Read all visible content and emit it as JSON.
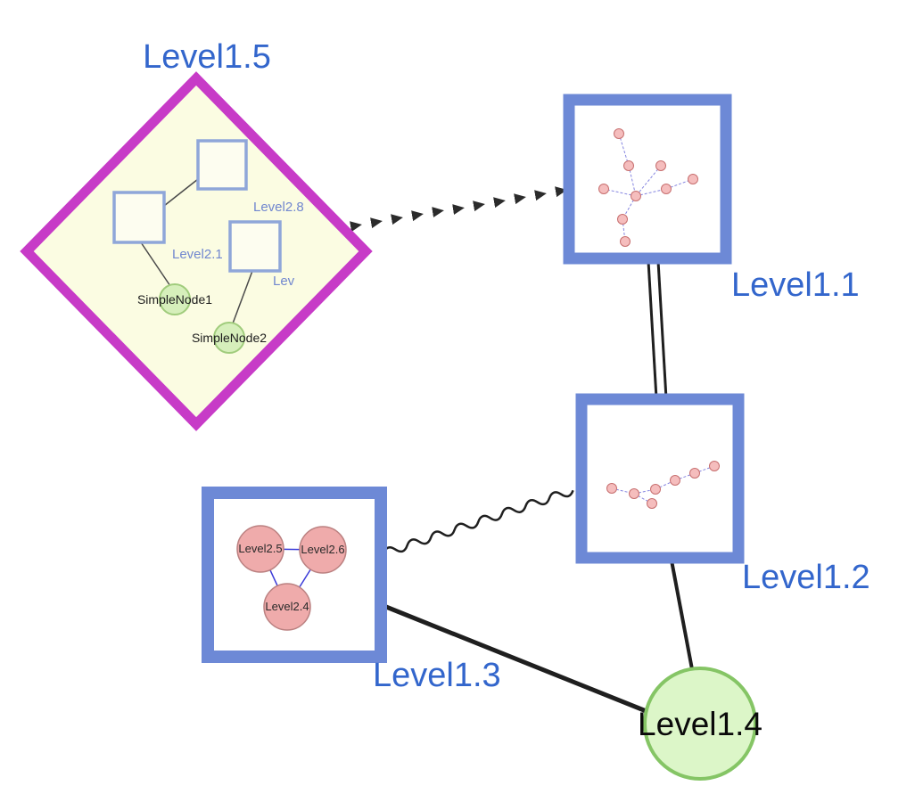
{
  "diagram": {
    "groups": {
      "level15": {
        "label": "Level1.5",
        "shape": "diamond",
        "border": "#c73bc7",
        "fill": "#fbfce2"
      },
      "level11": {
        "label": "Level1.1",
        "shape": "square",
        "border": "#6d89d6",
        "fill": "#ffffff"
      },
      "level12": {
        "label": "Level1.2",
        "shape": "square",
        "border": "#6d89d6",
        "fill": "#ffffff"
      },
      "level13": {
        "label": "Level1.3",
        "shape": "square",
        "border": "#6d89d6",
        "fill": "#ffffff"
      }
    },
    "nodes": {
      "level14": {
        "label": "Level1.4",
        "shape": "circle",
        "border": "#85c565",
        "fill": "#dcf6c8"
      }
    },
    "level15_children": {
      "square1_label": "Level2.8",
      "square2_label": "Level2.1",
      "square3_label": "Lev",
      "simple1": "SimpleNode1",
      "simple2": "SimpleNode2"
    },
    "level13_children": {
      "n1": "Level2.5",
      "n2": "Level2.6",
      "n3": "Level2.4"
    },
    "edges": [
      {
        "from": "Level1.5",
        "to": "Level1.1",
        "style": "dashed-chevron-arrow"
      },
      {
        "from": "Level1.1",
        "to": "Level1.2",
        "style": "double-parallel-line"
      },
      {
        "from": "Level1.3",
        "to": "Level1.2",
        "style": "wavy-line"
      },
      {
        "from": "Level1.3",
        "to": "Level1.4",
        "style": "solid-line"
      },
      {
        "from": "Level1.2",
        "to": "Level1.4",
        "style": "solid-line"
      }
    ],
    "colors": {
      "label_blue": "#3366cc",
      "group_border_blue": "#6d89d6",
      "diamond_magenta": "#c73bc7",
      "diamond_fill": "#fbfce2",
      "green_fill": "#dcf6c8",
      "green_border": "#85c565",
      "pink_fill": "#efabab",
      "mini_pink_fill": "#f5bdbd",
      "edge_black": "#1f1f1f",
      "inner_edge_blue": "#3b3bd8"
    }
  }
}
